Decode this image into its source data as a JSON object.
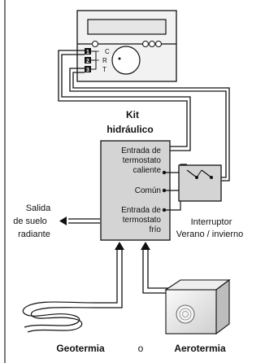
{
  "thermostat": {
    "terminal_numbers": [
      "1",
      "2",
      "3"
    ],
    "terminal_letters": [
      "C",
      "R",
      "T"
    ]
  },
  "kit": {
    "title_line1": "Kit",
    "title_line2": "hidráulico",
    "hot_input_lines": [
      "Entrada de",
      "termostato",
      "caliente"
    ],
    "common_label": "Común",
    "cold_input_lines": [
      "Entrada de",
      "termostato",
      "frío"
    ]
  },
  "floor_output": {
    "lines": [
      "Salida",
      "de suelo",
      "radiante"
    ]
  },
  "switch": {
    "lines": [
      "Interruptor",
      "Verano / invierno"
    ]
  },
  "sources": {
    "left": "Geotermia",
    "separator": "o",
    "right": "Aerotermia"
  },
  "colors": {
    "box_fill": "#d4d4d4",
    "line": "#111111"
  }
}
